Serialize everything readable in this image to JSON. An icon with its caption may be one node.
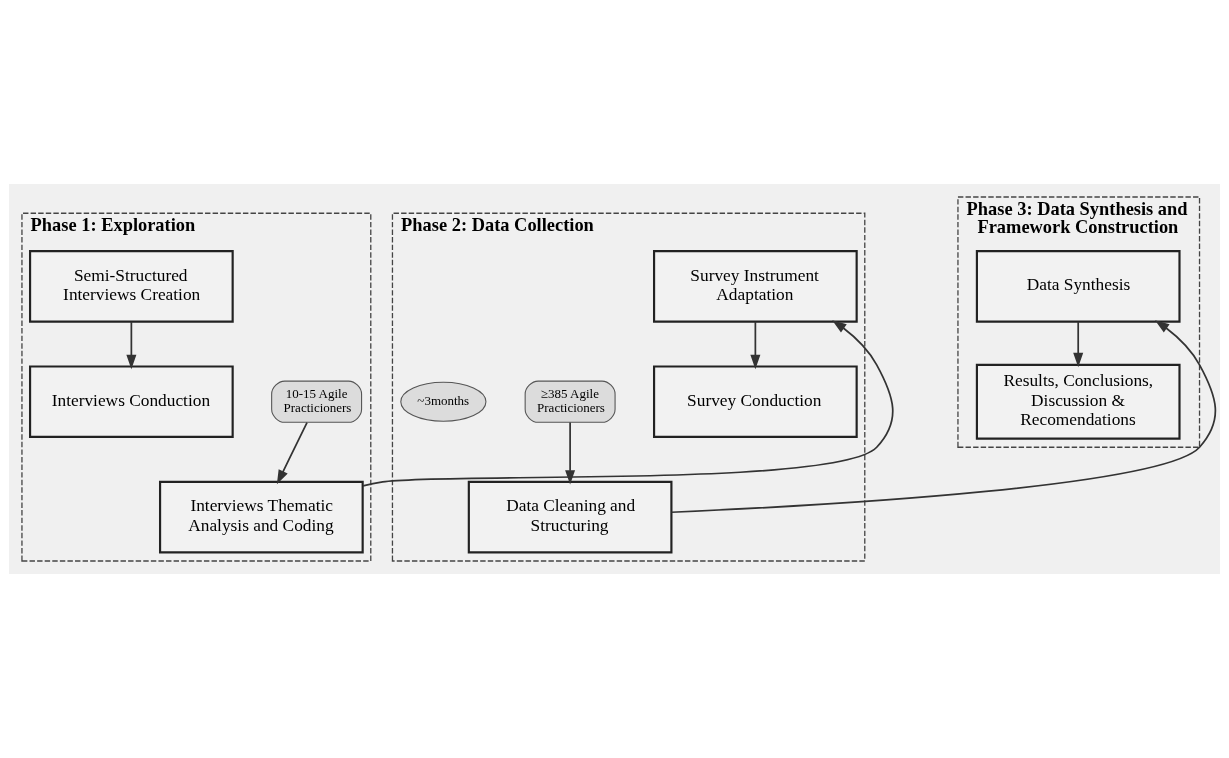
{
  "diagram": {
    "nodes": [
      {
        "text": [
          "Phase 1: Exploration"
        ]
      },
      {
        "text": [
          "Semi-Structured Interviews Creation"
        ],
        "in": 0
      },
      {
        "text": [
          "Interviews Conduction"
        ],
        "in": 0
      },
      {
        "text": [
          "10-15 Agile Practicioners"
        ],
        "in": 0
      },
      {
        "text": [
          "Interviews Thematic Analysis and Coding"
        ],
        "in": 0
      },
      {
        "text": [
          "Phase 2: Data Collection"
        ]
      },
      {
        "text": [
          "Survey Instrument Adaptation"
        ],
        "in": 5
      },
      {
        "text": [
          "Survey Conduction"
        ],
        "in": 5
      },
      {
        "text": [
          "~3months"
        ],
        "in": 5
      },
      {
        "text": [
          "≥385 Agile Practicioners"
        ],
        "in": 5
      },
      {
        "text": [
          "Data Cleaning and Structuring"
        ],
        "in": 5
      },
      {
        "text": [
          "Phase 3: Data Synthesis and Framework Construction"
        ]
      },
      {
        "text": [
          "Data Synthesis"
        ],
        "in": 11
      },
      {
        "text": [
          "Results, Conclusions, Discussion & Recomendations"
        ],
        "in": 11
      }
    ],
    "edges": [
      {
        "from": 1,
        "to": 2,
        "arrow": "to"
      },
      {
        "from": 3,
        "to": 4,
        "arrow": "to"
      },
      {
        "from": 4,
        "to": 6,
        "arrow": "to"
      },
      {
        "from": 6,
        "to": 7,
        "arrow": "to"
      },
      {
        "from": 9,
        "to": 10,
        "arrow": "to"
      },
      {
        "from": 10,
        "to": 12,
        "arrow": "to"
      },
      {
        "from": 12,
        "to": 13,
        "arrow": "to"
      }
    ]
  }
}
